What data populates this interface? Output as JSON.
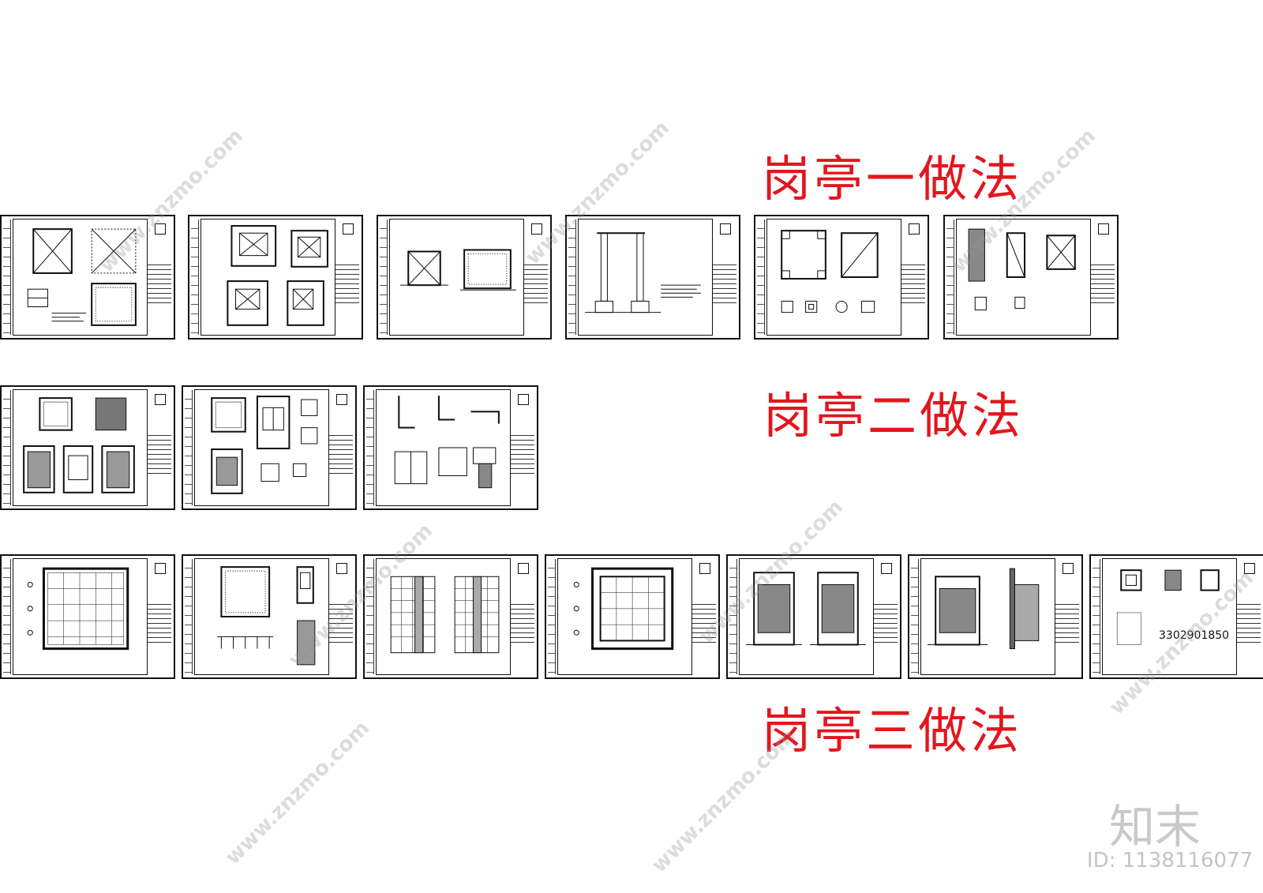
{
  "headings": {
    "one": "岗亭一做法",
    "two": "岗亭二做法",
    "three": "岗亭三做法"
  },
  "sheet_number_text": "3302901850",
  "watermark": {
    "site": "www.znzmo.com",
    "brand": "知末",
    "id": "ID: 1138116077"
  },
  "colors": {
    "heading": "#e3161d",
    "line": "#111111",
    "watermark": "#c8c8c8"
  },
  "sets": [
    {
      "name": "岗亭一",
      "sheet_count": 6
    },
    {
      "name": "岗亭二",
      "sheet_count": 3
    },
    {
      "name": "岗亭三",
      "sheet_count": 7
    }
  ]
}
